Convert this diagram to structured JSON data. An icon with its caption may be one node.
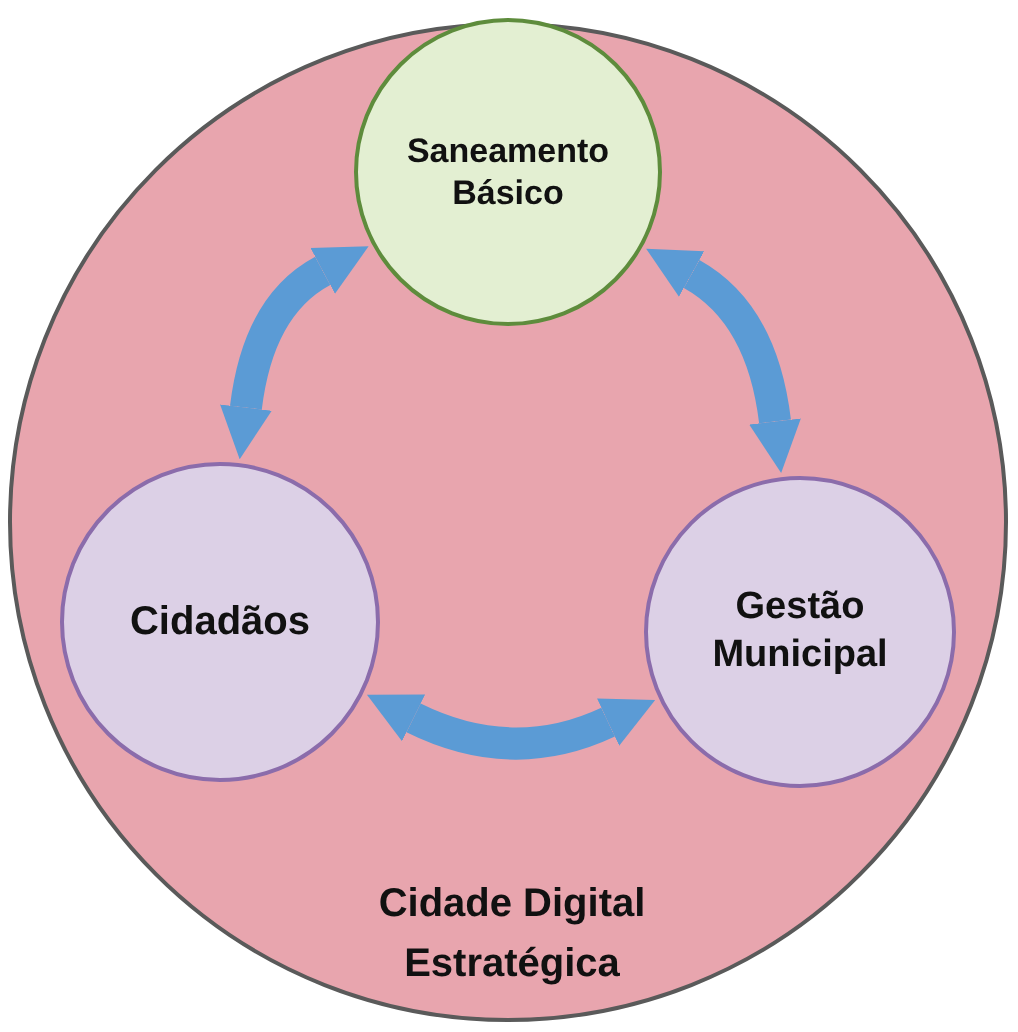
{
  "diagram": {
    "nodes": [
      {
        "text": [
          "Cidade Digital Estratégica"
        ]
      },
      {
        "text": [
          "Saneamento Básico"
        ],
        "in": 0
      },
      {
        "text": [
          "Cidadãos"
        ],
        "in": 0
      },
      {
        "text": [
          "Gestão Municipal"
        ],
        "in": 0
      }
    ],
    "edges": [
      {
        "from": 2,
        "to": 1,
        "arrow": "both"
      },
      {
        "from": 1,
        "to": 3,
        "arrow": "both"
      },
      {
        "from": 2,
        "to": 3,
        "arrow": "both"
      }
    ]
  }
}
